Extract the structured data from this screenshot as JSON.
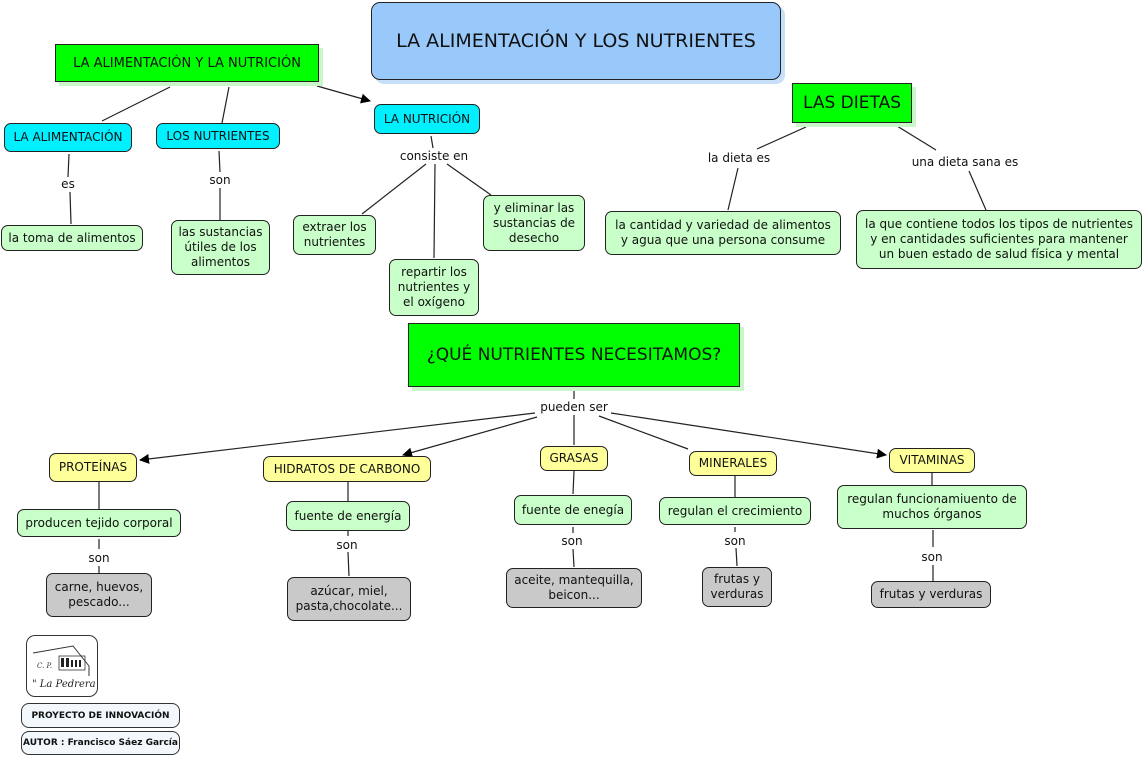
{
  "title": "LA ALIMENTACIÓN Y LOS NUTRIENTES",
  "section1": {
    "heading": "LA ALIMENTACIÓN Y LA NUTRICIÓN",
    "alimentacion": {
      "label": "LA ALIMENTACIÓN",
      "link": "es",
      "child": "la toma de alimentos"
    },
    "nutrientes": {
      "label": "LOS NUTRIENTES",
      "link": "son",
      "child": "las sustancias\nútiles de los\nalimentos"
    },
    "nutricion": {
      "label": "LA NUTRICIÓN",
      "link": "consiste en",
      "children": [
        "extraer los\nnutrientes",
        "repartir los\nnutrientes y\nel oxígeno",
        "y eliminar las\nsustancias de\ndesecho"
      ]
    }
  },
  "dietas": {
    "heading": "LAS DIETAS",
    "link1": "la dieta es",
    "child1": "la cantidad y variedad de alimentos\ny agua que una persona consume",
    "link2": "una dieta sana es",
    "child2": "la que contiene todos los tipos de nutrientes\ny en cantidades suficientes para mantener\nun buen estado de salud física y mental"
  },
  "nutrients": {
    "heading": "¿QUÉ NUTRIENTES NECESITAMOS?",
    "link": "pueden ser",
    "items": [
      {
        "label": "PROTEÍNAS",
        "function": "producen tejido corporal",
        "link": "son",
        "examples": "carne, huevos,\npescado..."
      },
      {
        "label": "HIDRATOS DE CARBONO",
        "function": "fuente de energía",
        "link": "son",
        "examples": "azúcar, miel,\npasta,chocolate..."
      },
      {
        "label": "GRASAS",
        "function": "fuente de enegía",
        "link": "son",
        "examples": "aceite, mantequilla,\nbeicon..."
      },
      {
        "label": "MINERALES",
        "function": "regulan el crecimiento",
        "link": "son",
        "examples": "frutas y\nverduras"
      },
      {
        "label": "VITAMINAS",
        "function": "regulan funcionamiuento de\nmuchos órganos",
        "link": "son",
        "examples": "frutas y verduras"
      }
    ]
  },
  "credits": {
    "logo_top": "C. P.",
    "logo_name": "\" La Pedrera \"",
    "project": "PROYECTO DE INNOVACIÓN",
    "author": "AUTOR : Francisco Sáez García"
  }
}
